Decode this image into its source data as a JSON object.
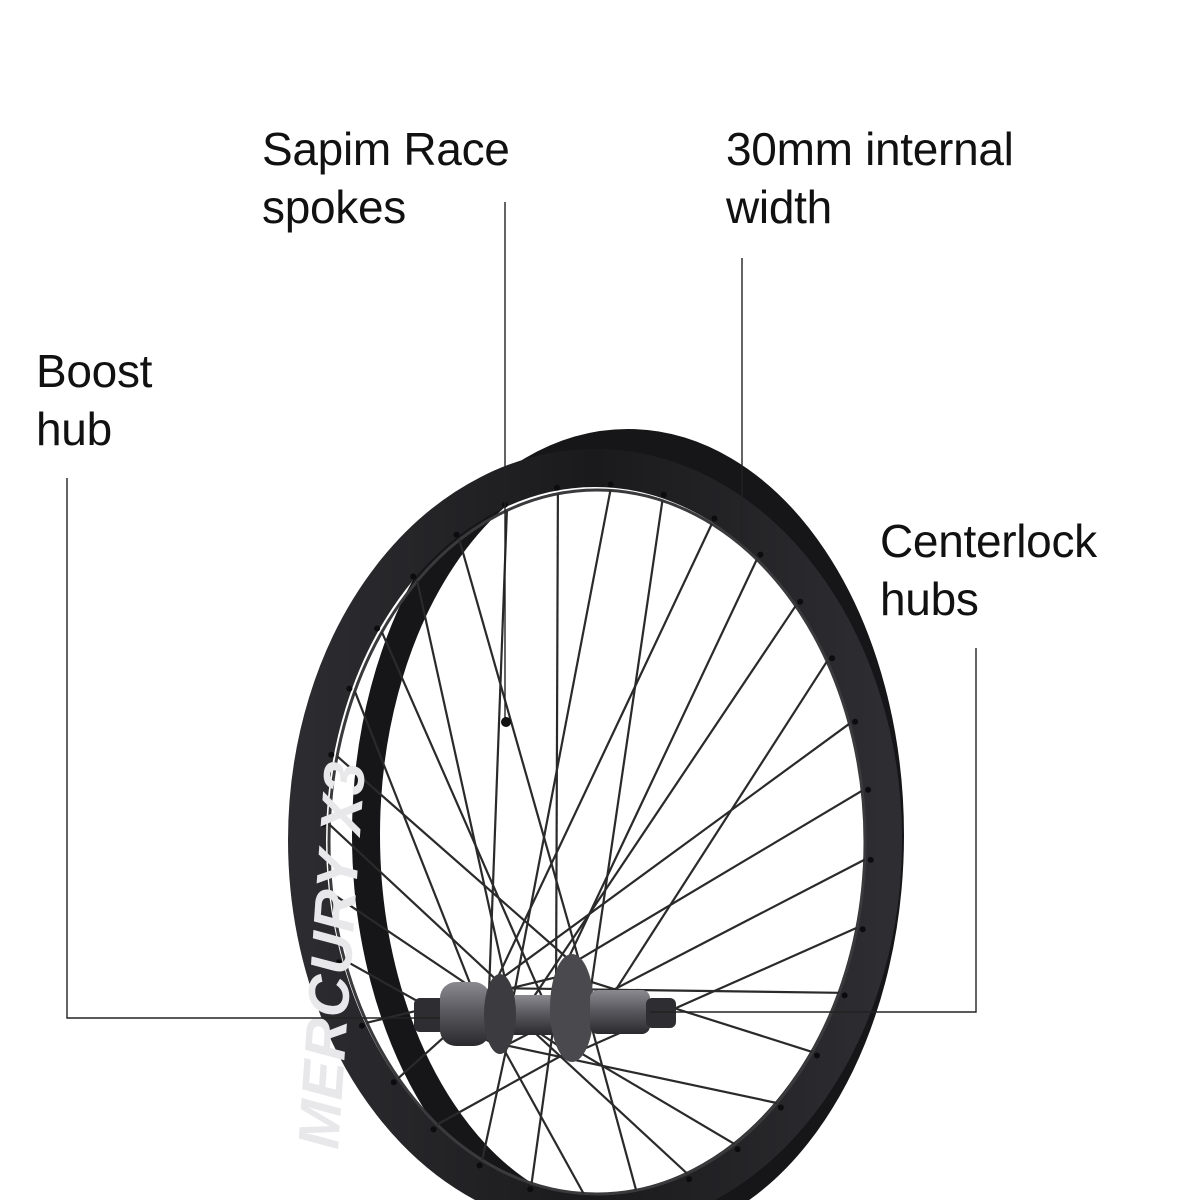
{
  "callouts": {
    "spokes": {
      "line1": "Sapim Race",
      "line2": "spokes"
    },
    "width": {
      "line1": "30mm internal",
      "line2": "width"
    },
    "boost": {
      "line1": "Boost",
      "line2": "hub"
    },
    "centerlock": {
      "line1": "Centerlock",
      "line2": "hubs"
    }
  },
  "rim_branding": {
    "text": "MERCURY X3"
  },
  "colors": {
    "background": "#ffffff",
    "text": "#111111",
    "rim": "#1c1c1e",
    "rim_highlight": "#3a3a3d",
    "spoke": "#2a2a2a",
    "hub": "#4a4a4e",
    "leader_line": "#222222"
  }
}
